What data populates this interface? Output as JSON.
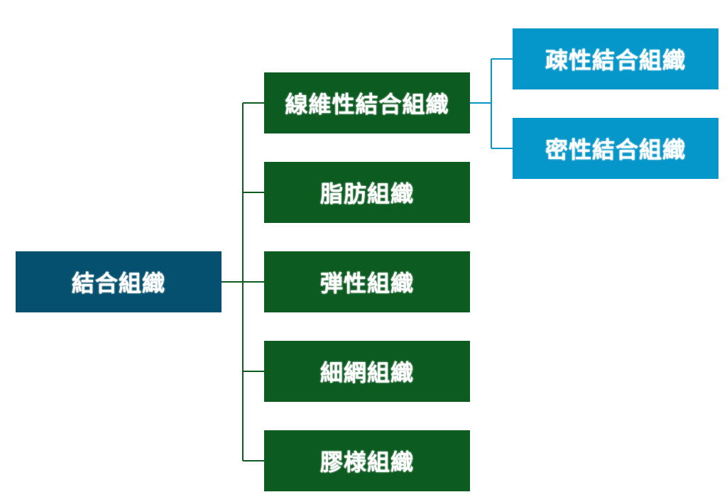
{
  "root": {
    "label": "結合組織"
  },
  "children": [
    {
      "label": "線維性結合組織"
    },
    {
      "label": "脂肪組織"
    },
    {
      "label": "弾性組織"
    },
    {
      "label": "細網組織"
    },
    {
      "label": "膠様組織"
    }
  ],
  "subchildren": [
    {
      "label": "疎性結合組織"
    },
    {
      "label": "密性結合組織"
    }
  ],
  "colors": {
    "root": "#05506f",
    "level1": "#0c5c21",
    "level2": "#0596ca",
    "level1_connector": "#0c5c21",
    "level2_connector": "#0596ca"
  }
}
